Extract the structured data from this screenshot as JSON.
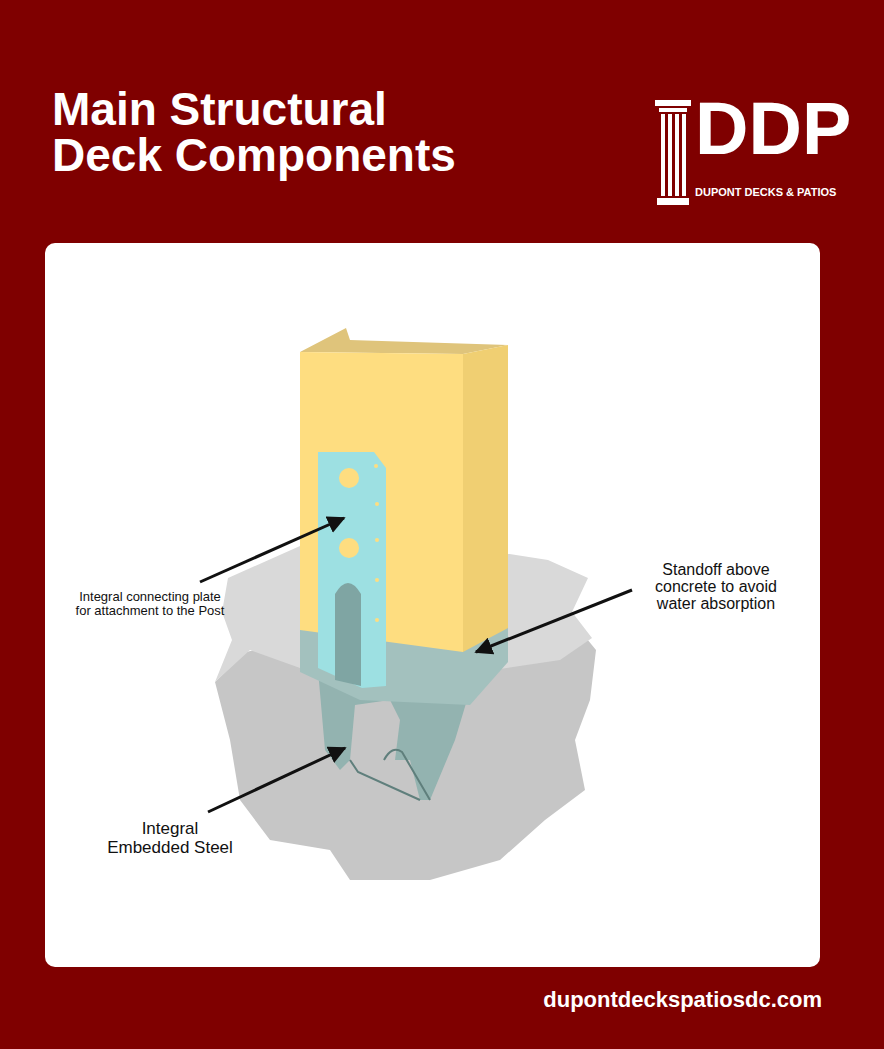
{
  "diagram": {
    "title": "Main Structural Deck Components",
    "labels": [
      "DDP",
      "DUPONT DECKS & PATIOS",
      "Integral connecting plate for attachment to the Post",
      "Standoff above concrete to avoid water absorption",
      "Integral Embedded Steel",
      "dupontdeckspatiosdc.com"
    ]
  }
}
